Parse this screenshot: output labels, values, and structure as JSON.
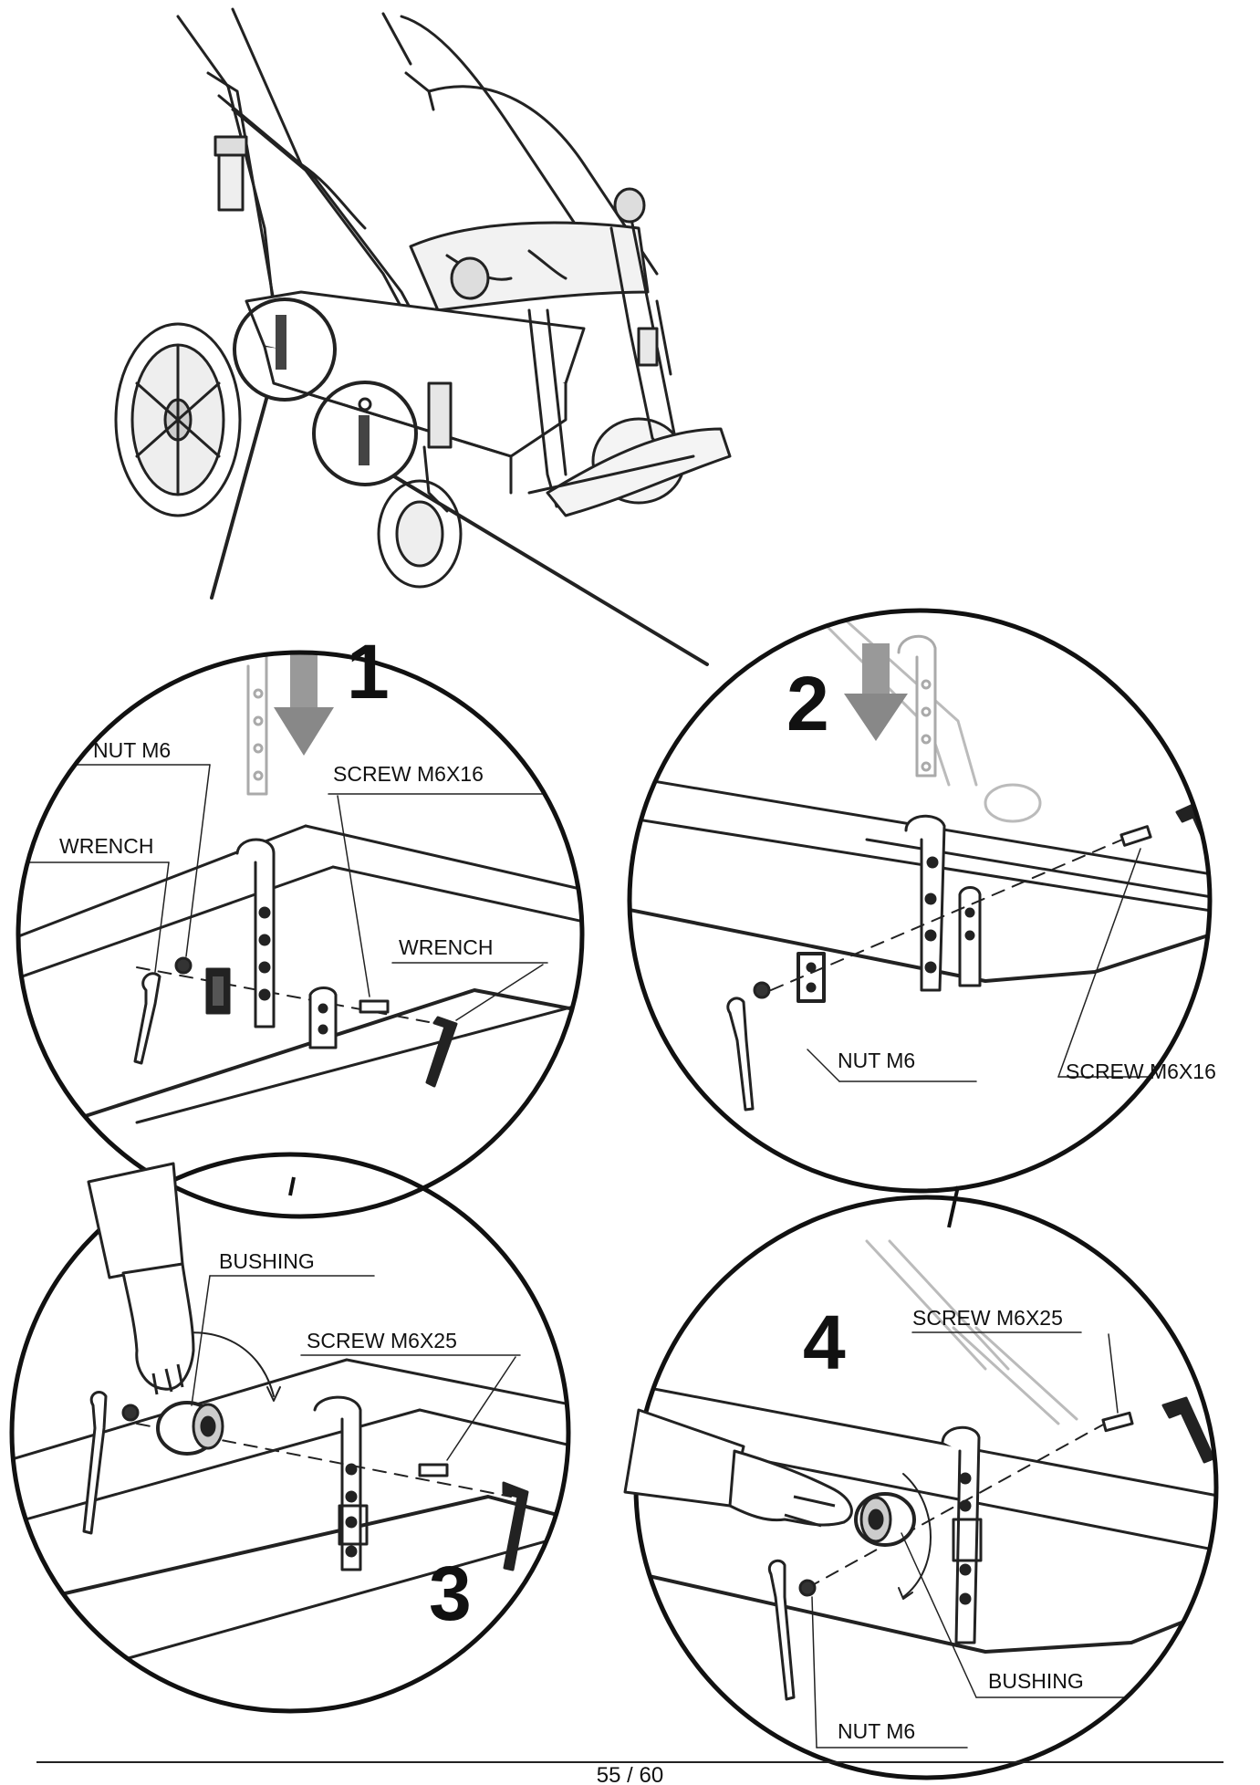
{
  "steps": [
    "1",
    "2",
    "3",
    "4"
  ],
  "labels": {
    "nut_m6": "NUT M6",
    "screw_m6x16": "SCREW M6X16",
    "wrench": "WRENCH",
    "bushing": "BUSHING",
    "screw_m6x25": "SCREW M6X25"
  },
  "footer": {
    "page": "55 / 60"
  }
}
